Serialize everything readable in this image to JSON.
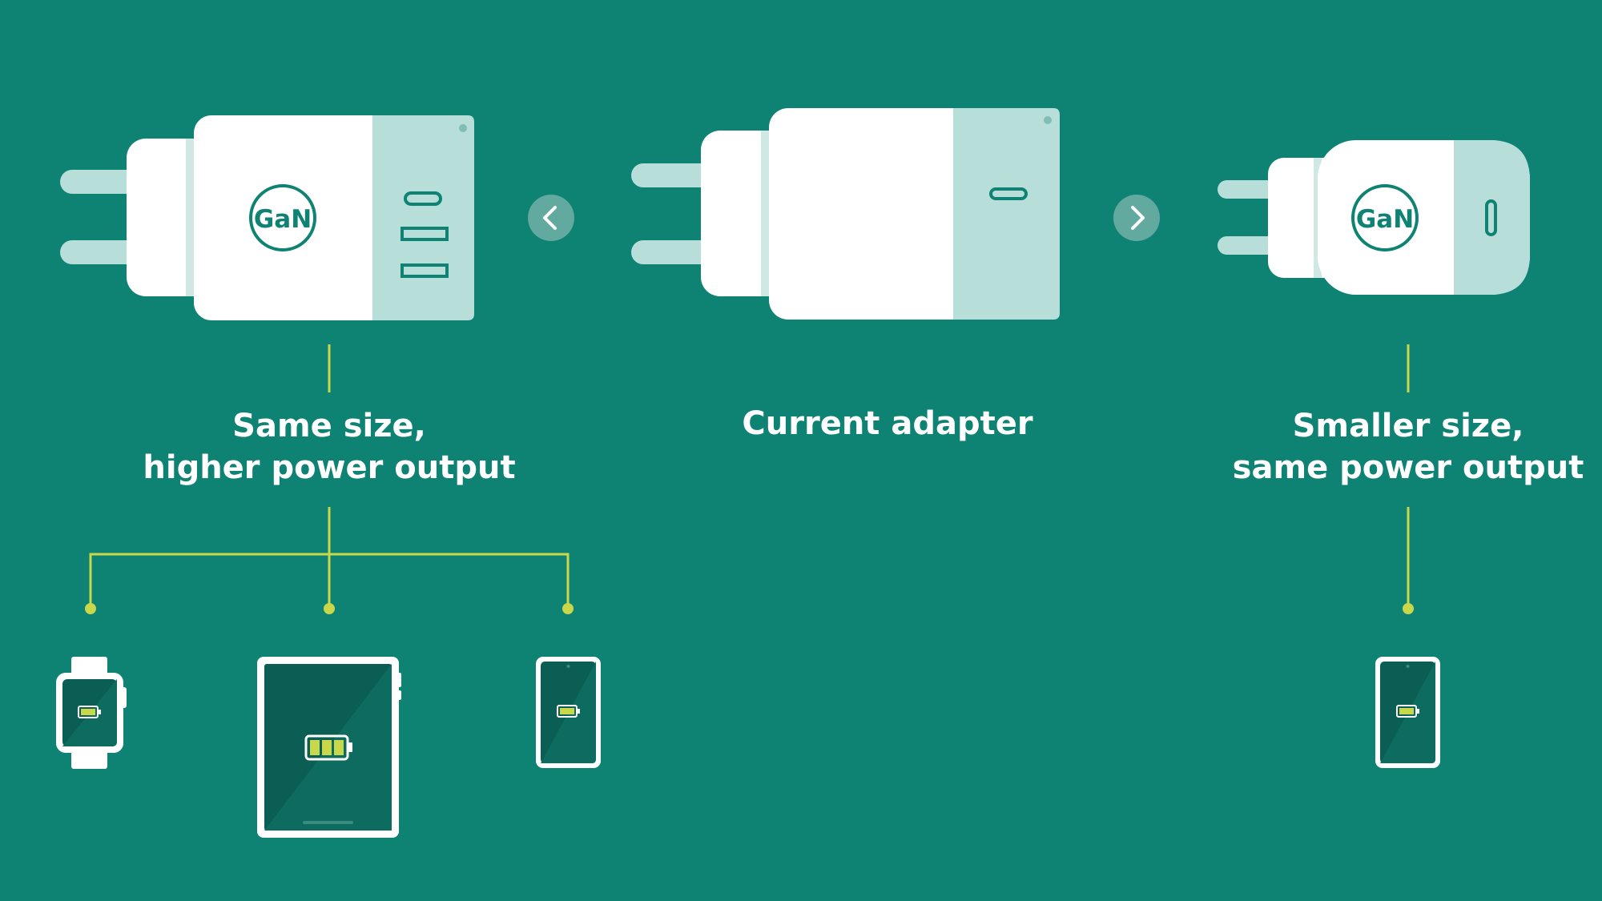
{
  "colors": {
    "background": "#0e8273",
    "adapter_body": "#ffffff",
    "adapter_face": "#b7ded9",
    "connector": "#c8d84a",
    "device_screen": "#0b5e53",
    "battery": "#c8d84a"
  },
  "adapters": {
    "left": {
      "badge": "GaN",
      "ports": [
        "usb-c",
        "usb-a",
        "usb-a"
      ]
    },
    "center": {
      "ports": [
        "usb-c"
      ]
    },
    "right": {
      "badge": "GaN",
      "ports": [
        "usb-c"
      ]
    }
  },
  "nav": {
    "prev_icon": "chevron-left-icon",
    "next_icon": "chevron-right-icon"
  },
  "labels": {
    "left": [
      "Same size,",
      "higher power output"
    ],
    "center": "Current adapter",
    "right": [
      "Smaller size,",
      "same power output"
    ]
  },
  "devices": {
    "left": [
      "smartwatch-icon",
      "tablet-icon",
      "smartphone-icon"
    ],
    "right": [
      "smartphone-icon"
    ]
  }
}
